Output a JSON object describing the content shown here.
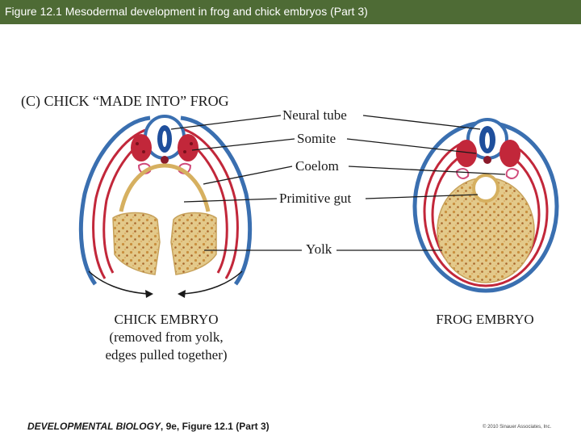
{
  "header": {
    "title": "Figure 12.1  Mesodermal development in frog and chick embryos (Part 3)"
  },
  "panel_label": "(C)  CHICK “MADE INTO” FROG",
  "labels": {
    "neural_tube": "Neural tube",
    "somite": "Somite",
    "coelom": "Coelom",
    "primitive_gut": "Primitive gut",
    "yolk": "Yolk"
  },
  "captions": {
    "chick_line1": "CHICK EMBRYO",
    "chick_line2": "(removed from yolk,",
    "chick_line3": "edges pulled together)",
    "frog": "FROG EMBRYO"
  },
  "footer": {
    "book": "DEVELOPMENTAL BIOLOGY",
    "rest": ", 9e, Figure 12.1 (Part 3)"
  },
  "copyright": "© 2010 Sinauer Associates, Inc.",
  "colors": {
    "header_bg": "#4e6b35",
    "ectoderm_blue": "#3a6fb0",
    "mesoderm_red": "#c2273a",
    "yolk": "#e3c98a",
    "neural_tube": "#1f4f9c"
  }
}
